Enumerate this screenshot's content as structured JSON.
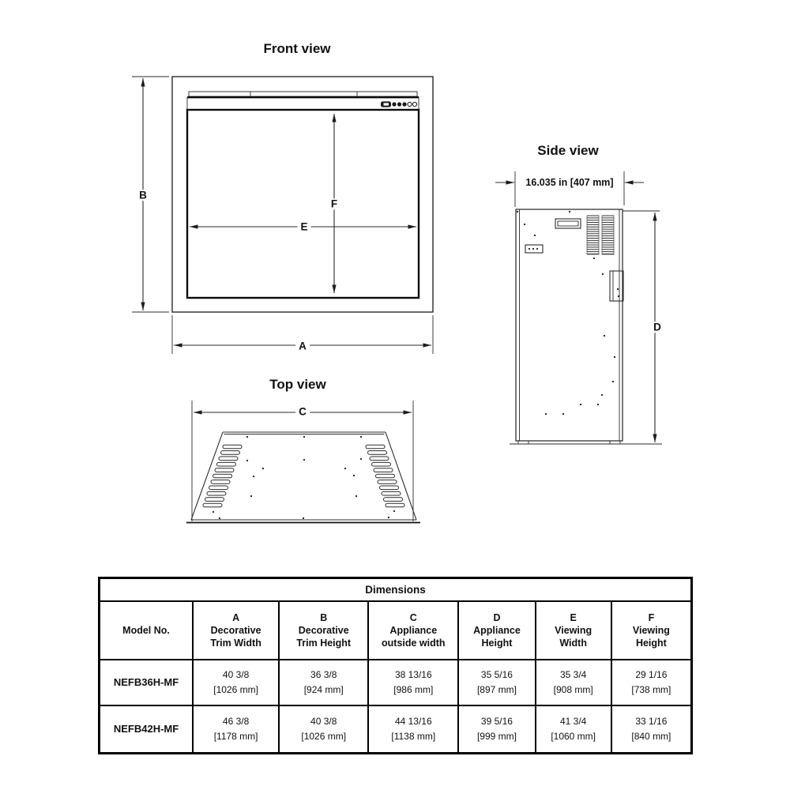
{
  "titles": {
    "front": "Front view",
    "side": "Side view",
    "top": "Top view"
  },
  "dims": {
    "a": "A",
    "b": "B",
    "c": "C",
    "d": "D",
    "e": "E",
    "f": "F"
  },
  "side": {
    "depth": "16.035 in [407 mm]"
  },
  "table": {
    "title": "Dimensions",
    "headers": [
      {
        "letter": "",
        "name": "Model No."
      },
      {
        "letter": "A",
        "name": "Decorative\nTrim Width"
      },
      {
        "letter": "B",
        "name": "Decorative\nTrim Height"
      },
      {
        "letter": "C",
        "name": "Appliance\noutside width"
      },
      {
        "letter": "D",
        "name": "Appliance\nHeight"
      },
      {
        "letter": "E",
        "name": "Viewing\nWidth"
      },
      {
        "letter": "F",
        "name": "Viewing\nHeight"
      }
    ],
    "rows": [
      {
        "model": "NEFB36H-MF",
        "cells": [
          {
            "in": "40 3/8",
            "mm": "[1026 mm]"
          },
          {
            "in": "36 3/8",
            "mm": "[924 mm]"
          },
          {
            "in": "38 13/16",
            "mm": "[986 mm]"
          },
          {
            "in": "35 5/16",
            "mm": "[897 mm]"
          },
          {
            "in": "35 3/4",
            "mm": "[908 mm]"
          },
          {
            "in": "29 1/16",
            "mm": "[738 mm]"
          }
        ]
      },
      {
        "model": "NEFB42H-MF",
        "cells": [
          {
            "in": "46 3/8",
            "mm": "[1178 mm]"
          },
          {
            "in": "40 3/8",
            "mm": "[1026 mm]"
          },
          {
            "in": "44 13/16",
            "mm": "[1138 mm]"
          },
          {
            "in": "39 5/16",
            "mm": "[999 mm]"
          },
          {
            "in": "41 3/4",
            "mm": "[1060 mm]"
          },
          {
            "in": "33 1/16",
            "mm": "[840 mm]"
          }
        ]
      }
    ]
  }
}
